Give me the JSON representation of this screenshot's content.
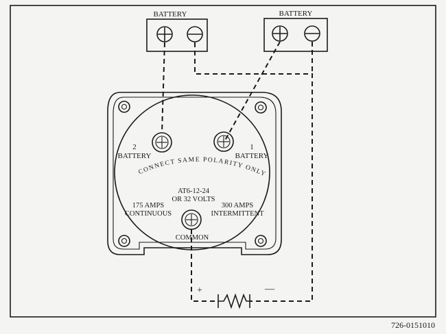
{
  "batteries": [
    {
      "label": "BATTERY",
      "pos_sign": "+",
      "neg_sign": "−"
    },
    {
      "label": "BATTERY",
      "pos_sign": "+",
      "neg_sign": "−"
    }
  ],
  "switch": {
    "terminal_2_number": "2",
    "terminal_2_label": "BATTERY",
    "terminal_1_number": "1",
    "terminal_1_label": "BATTERY",
    "polarity_text": "CONNECT SAME POLARITY ONLY",
    "model_line1": "AT6-12-24",
    "model_line2": "OR 32 VOLTS",
    "left_rating_line1": "175 AMPS",
    "left_rating_line2": "CONTINUOUS",
    "right_rating_line1": "300 AMPS",
    "right_rating_line2": "INTERMITTENT",
    "common_label": "COMMON"
  },
  "load": {
    "plus_sign": "+",
    "minus_sign": "—"
  },
  "part_number": "726-0151010"
}
